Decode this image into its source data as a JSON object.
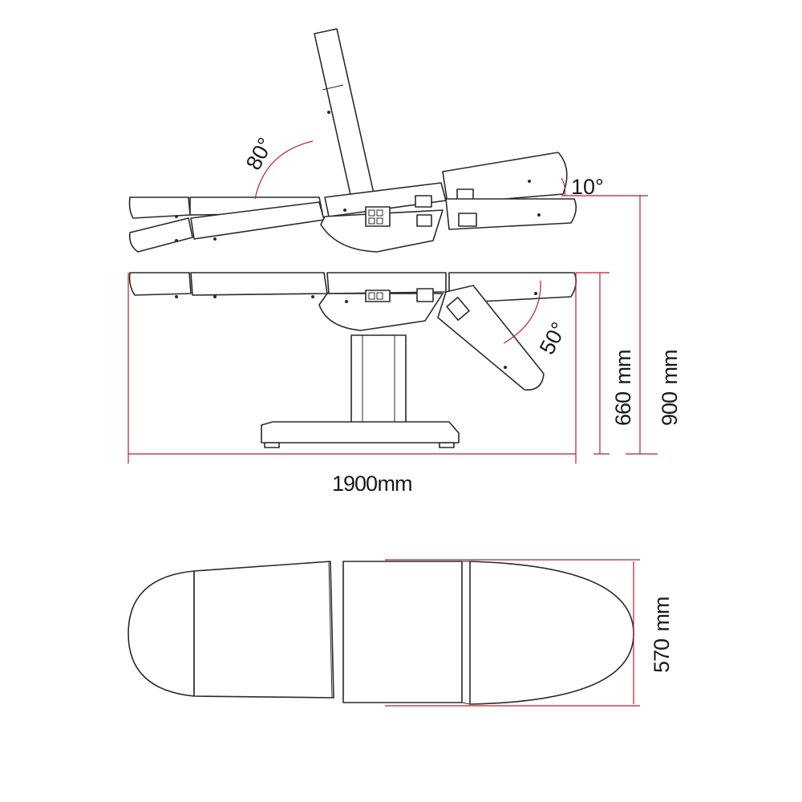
{
  "colors": {
    "dimension_line": "#b3222e",
    "outline": "#2a2a2a",
    "background": "#ffffff"
  },
  "angles": {
    "backrest": "80°",
    "leg_raise": "10°",
    "leg_drop": "50°"
  },
  "dimensions": {
    "length": "1900",
    "height_min": "660",
    "height_max": "900",
    "width": "570",
    "unit": "mm"
  }
}
